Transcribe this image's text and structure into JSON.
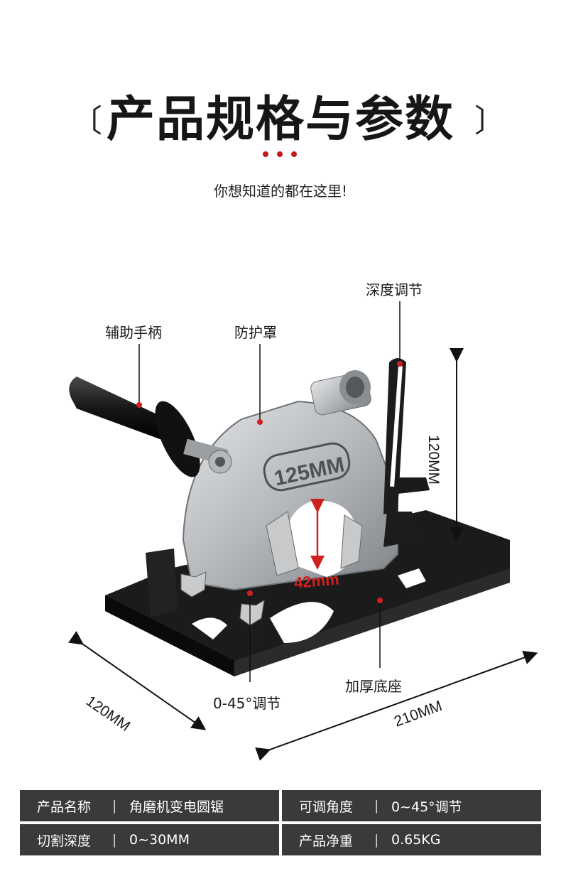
{
  "header": {
    "title": "产品规格与参数",
    "bracket_left": "〔",
    "bracket_right": "〕",
    "subtitle": "你想知道的都在这里!"
  },
  "callouts": {
    "handle": "辅助手柄",
    "guard": "防护罩",
    "depth": "深度调节",
    "angle": "0-45°调节",
    "base": "加厚底座"
  },
  "dimensions": {
    "height": "120MM",
    "width": "120MM",
    "length": "210MM",
    "hole": "42mm",
    "guard_marking": "125MM"
  },
  "specs": [
    [
      {
        "key": "产品名称",
        "value": "角磨机变电圆锯"
      },
      {
        "key": "可调角度",
        "value": "0~45°调节"
      }
    ],
    [
      {
        "key": "切割深度",
        "value": "0~30MM"
      },
      {
        "key": "产品净重",
        "value": "0.65KG"
      }
    ]
  ],
  "colors": {
    "accent_red": "#c21b1b",
    "table_bg": "#3a3a3a",
    "base_black": "#1a1a1a",
    "guard_silver": "#b9bcbf"
  }
}
